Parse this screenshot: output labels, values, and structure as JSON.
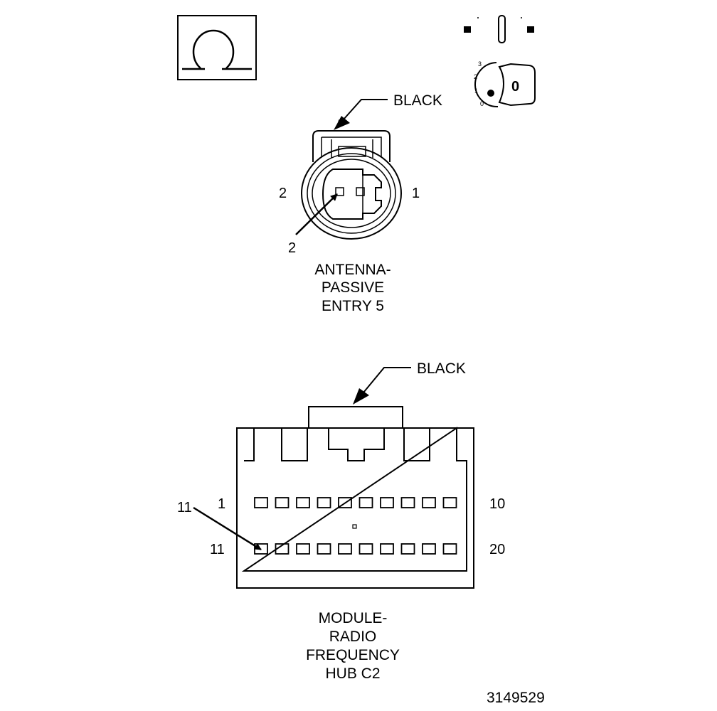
{
  "omega_symbol": "Ω",
  "ignition_icon": {
    "name": "ignition-key-icon",
    "positions": [
      "3",
      "2",
      "1",
      "0"
    ],
    "key_label": "0"
  },
  "connector_top": {
    "color_label": "BLACK",
    "pin_left_label": "2",
    "pin_right_label": "1",
    "callout_pin": "2",
    "title_lines": [
      "ANTENNA-",
      "PASSIVE",
      "ENTRY 5"
    ]
  },
  "connector_bottom": {
    "color_label": "BLACK",
    "row1_start": "1",
    "row1_end": "10",
    "row2_start": "11",
    "row2_end": "20",
    "callout_pin": "11",
    "title_lines": [
      "MODULE-",
      "RADIO",
      "FREQUENCY",
      "HUB C2"
    ]
  },
  "figure_number": "3149529"
}
